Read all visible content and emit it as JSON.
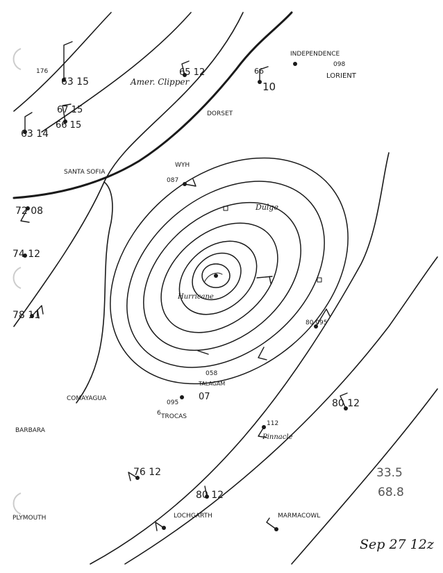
{
  "map": {
    "date_label": "Sep 27 12z",
    "pencil_note_1": "33.5",
    "pencil_note_2": "68.8",
    "storm_label": "Hurricane",
    "ships": {
      "independence": "INDEPENDENCE",
      "lorient": "LORIENT",
      "amer_clipper": "Amer. Clipper",
      "dorset": "DORSET",
      "santa_sofia": "SANTA SOFIA",
      "comayagua": "COMAYAGUA",
      "barbara": "BARBARA",
      "talagam": "TALAGAM",
      "trocas": "TROCAS",
      "pinnacle": "Pinnacle",
      "lochgarth": "LOCHGARTH",
      "plymouth": "PLYMOUTH",
      "marmacowl": "MARMACOWL",
      "dulge": "Dulge",
      "wyh": "WYH"
    },
    "plotted_values": {
      "v63_15": "63 15",
      "v63_14": "63 14",
      "v67_15": "67 15",
      "v66_15": "66 15",
      "v65_12": "65 12",
      "v66_10": "66",
      "v10": "10",
      "v72_08": "72 08",
      "v74_12": "74 12",
      "v78_11": "78 11",
      "v80_12a": "80 12",
      "v76_12": "76 12",
      "v80_12b": "80 12",
      "v176": "176",
      "v098": "098",
      "v087": "087",
      "v058": "058",
      "v095": "095",
      "v112": "112",
      "v80_095": "80 095",
      "v07": "07",
      "v6": "6"
    }
  }
}
